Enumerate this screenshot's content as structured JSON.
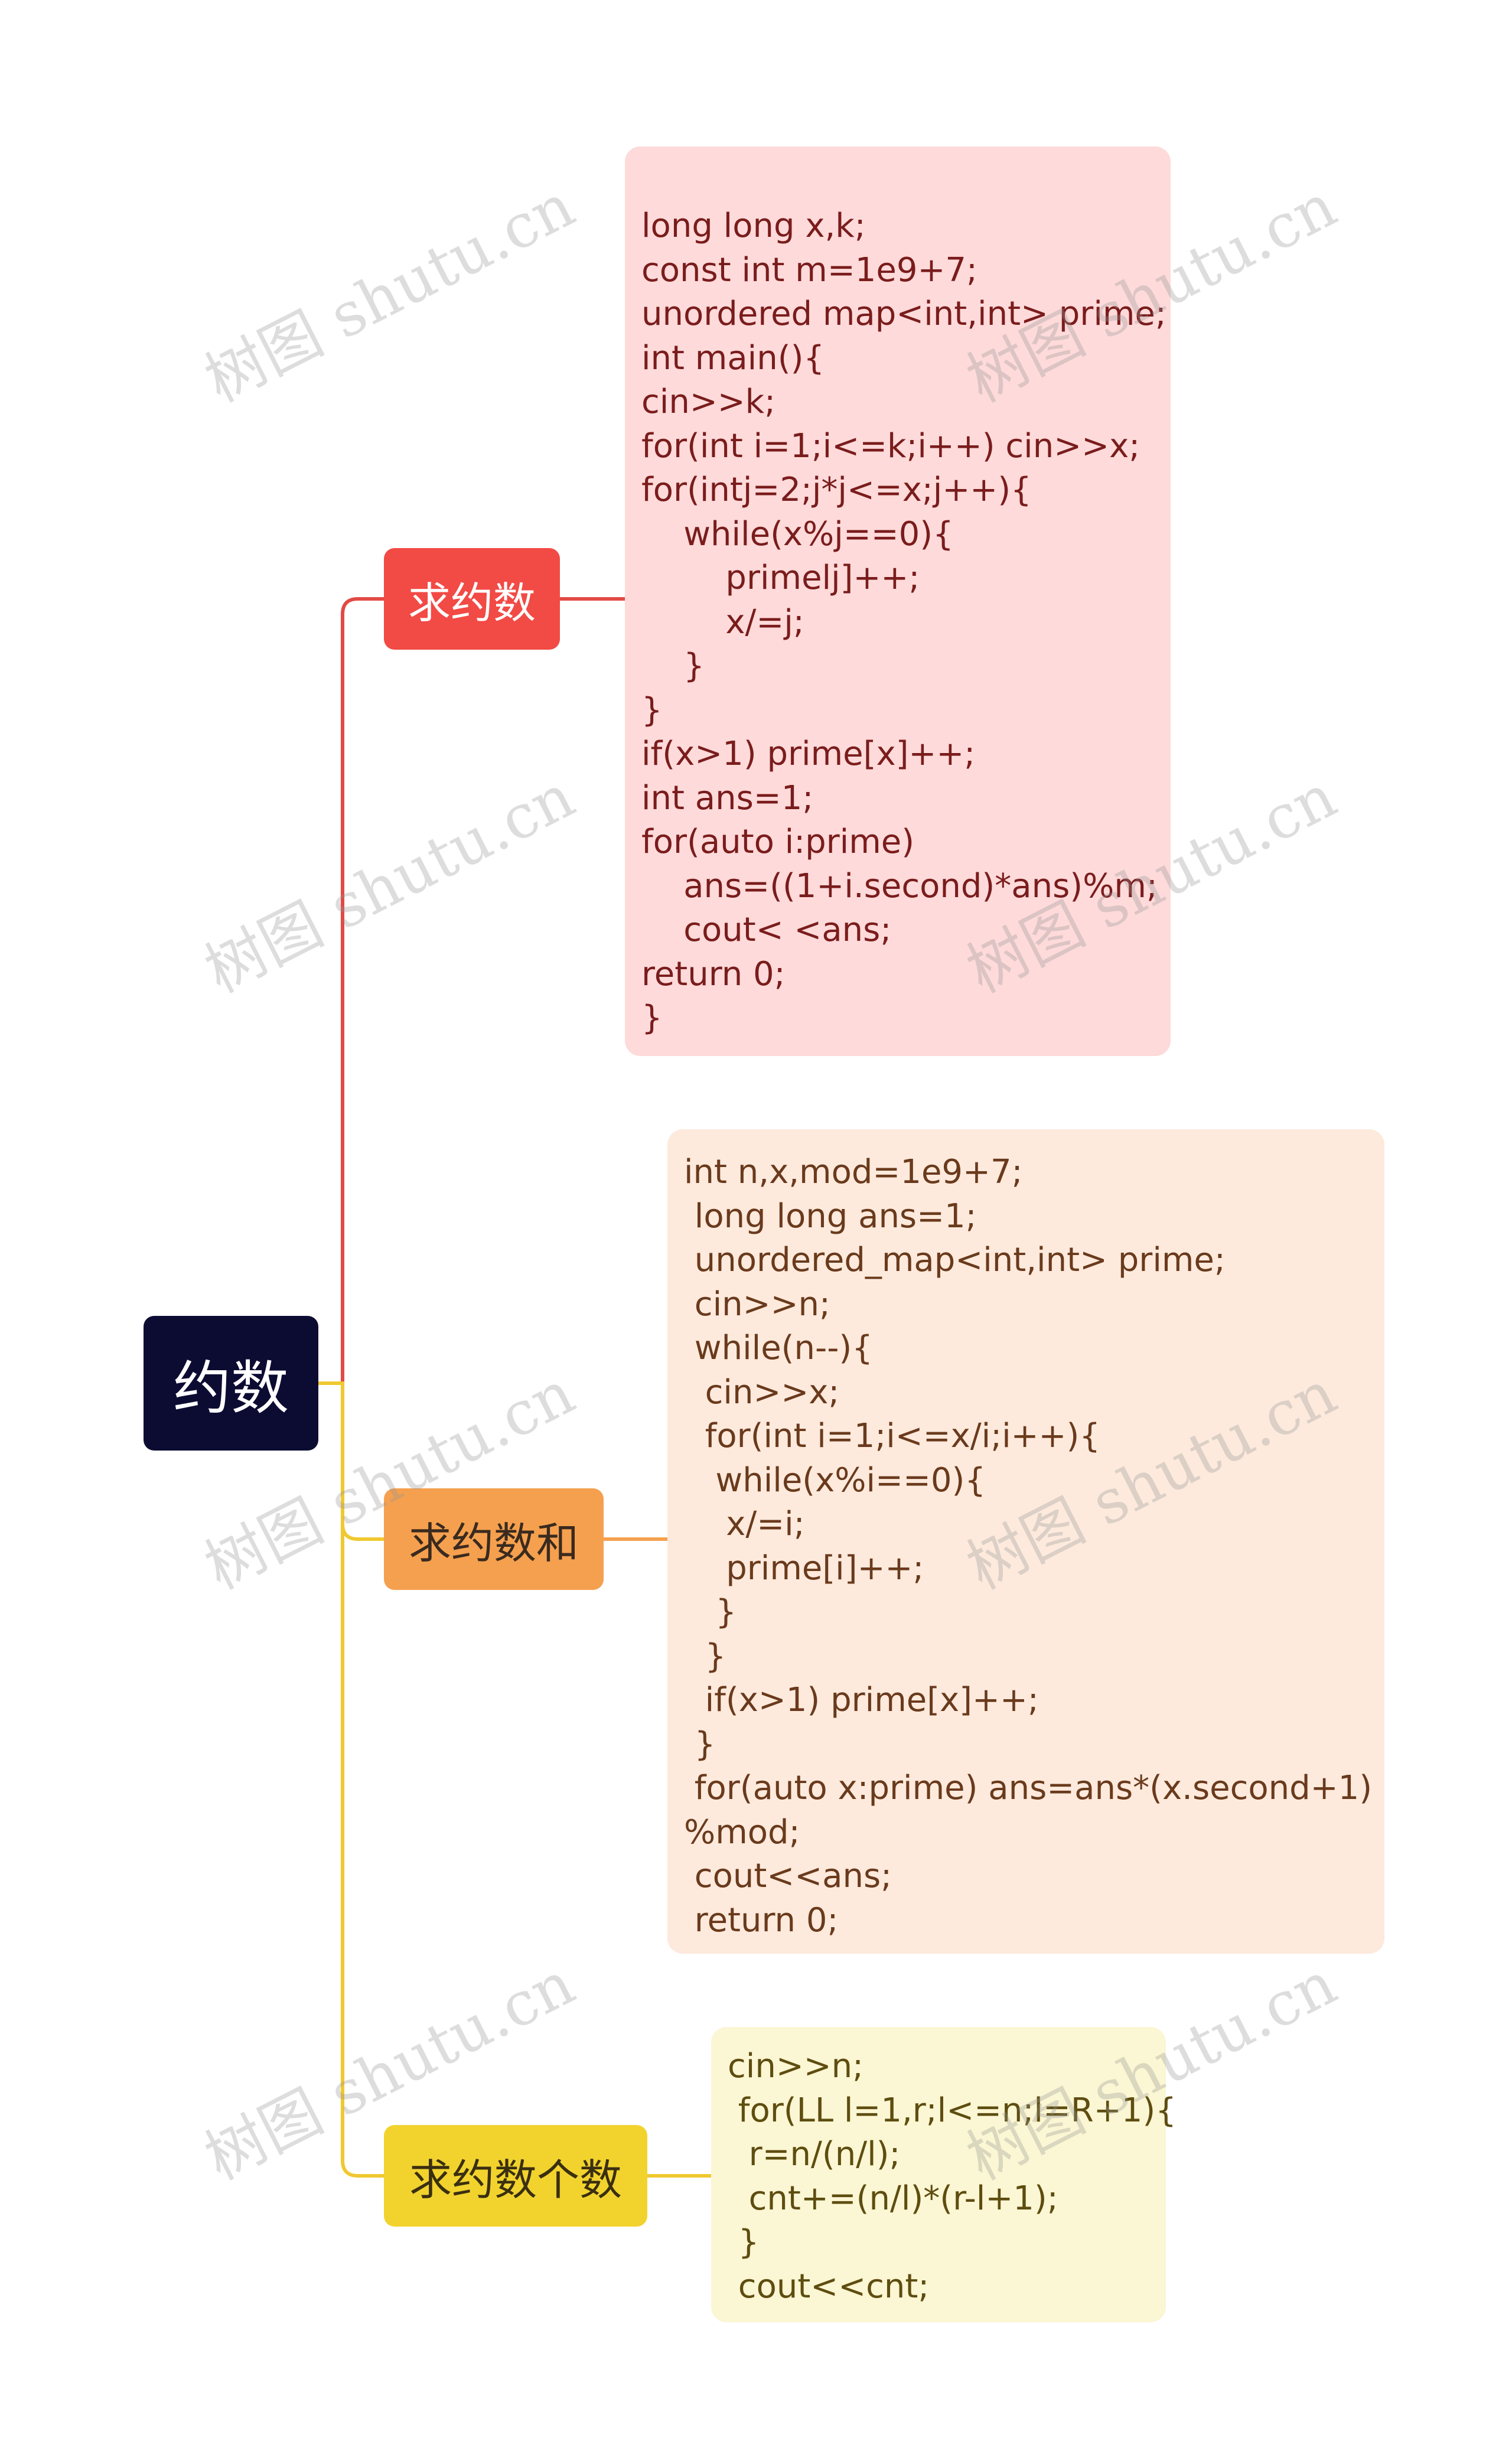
{
  "root": {
    "label": "约数"
  },
  "branches": [
    {
      "label": "求约数",
      "color": "#f24a45",
      "code": "long long x,k;\nconst int m=1e9+7;\nunordered map<int,int> prime;\nint main(){\ncin>>k;\nfor(int i=1;i<=k;i++) cin>>x;\nfor(intj=2;j*j<=x;j++){\n    while(x%j==0){\n        primelj]++;\n        x/=j;\n    }\n}\nif(x>1) prime[x]++;\nint ans=1;\nfor(auto i:prime)\n    ans=((1+i.second)*ans)%m;\n    cout< <ans;\nreturn 0;\n}"
    },
    {
      "label": "求约数和",
      "color": "#f5a04e",
      "code": "int n,x,mod=1e9+7;\n long long ans=1;\n unordered_map<int,int> prime;\n cin>>n;\n while(n--){\n  cin>>x;\n  for(int i=1;i<=x/i;i++){\n   while(x%i==0){\n    x/=i;\n    prime[i]++;\n   }\n  }\n  if(x>1) prime[x]++;\n }\n for(auto x:prime) ans=ans*(x.second+1)\n%mod;\n cout<<ans;\n return 0;"
    },
    {
      "label": "求约数个数",
      "color": "#f2d32e",
      "code": "cin>>n;\n for(LL l=1,r;l<=n;l=R+1){\n  r=n/(n/l);\n  cnt+=(n/l)*(r-l+1);\n }\n cout<<cnt;"
    }
  ],
  "watermark": "树图 shutu.cn"
}
